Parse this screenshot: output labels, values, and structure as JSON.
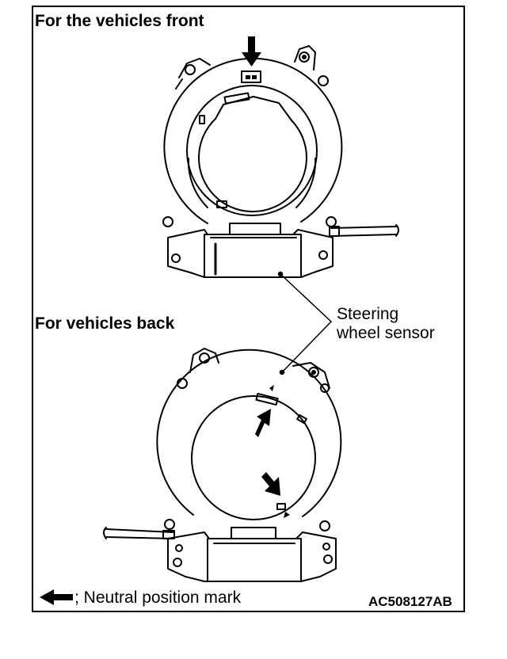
{
  "labels": {
    "front_title": "For the vehicles front",
    "back_title": "For vehicles back",
    "callout_line1": "Steering",
    "callout_line2": "wheel sensor",
    "legend_text": "; Neutral position mark",
    "figure_code": "AC508127AB"
  },
  "colors": {
    "ink": "#000000",
    "paper": "#ffffff"
  },
  "icons": {
    "neutral_mark": "left-arrow-icon"
  }
}
